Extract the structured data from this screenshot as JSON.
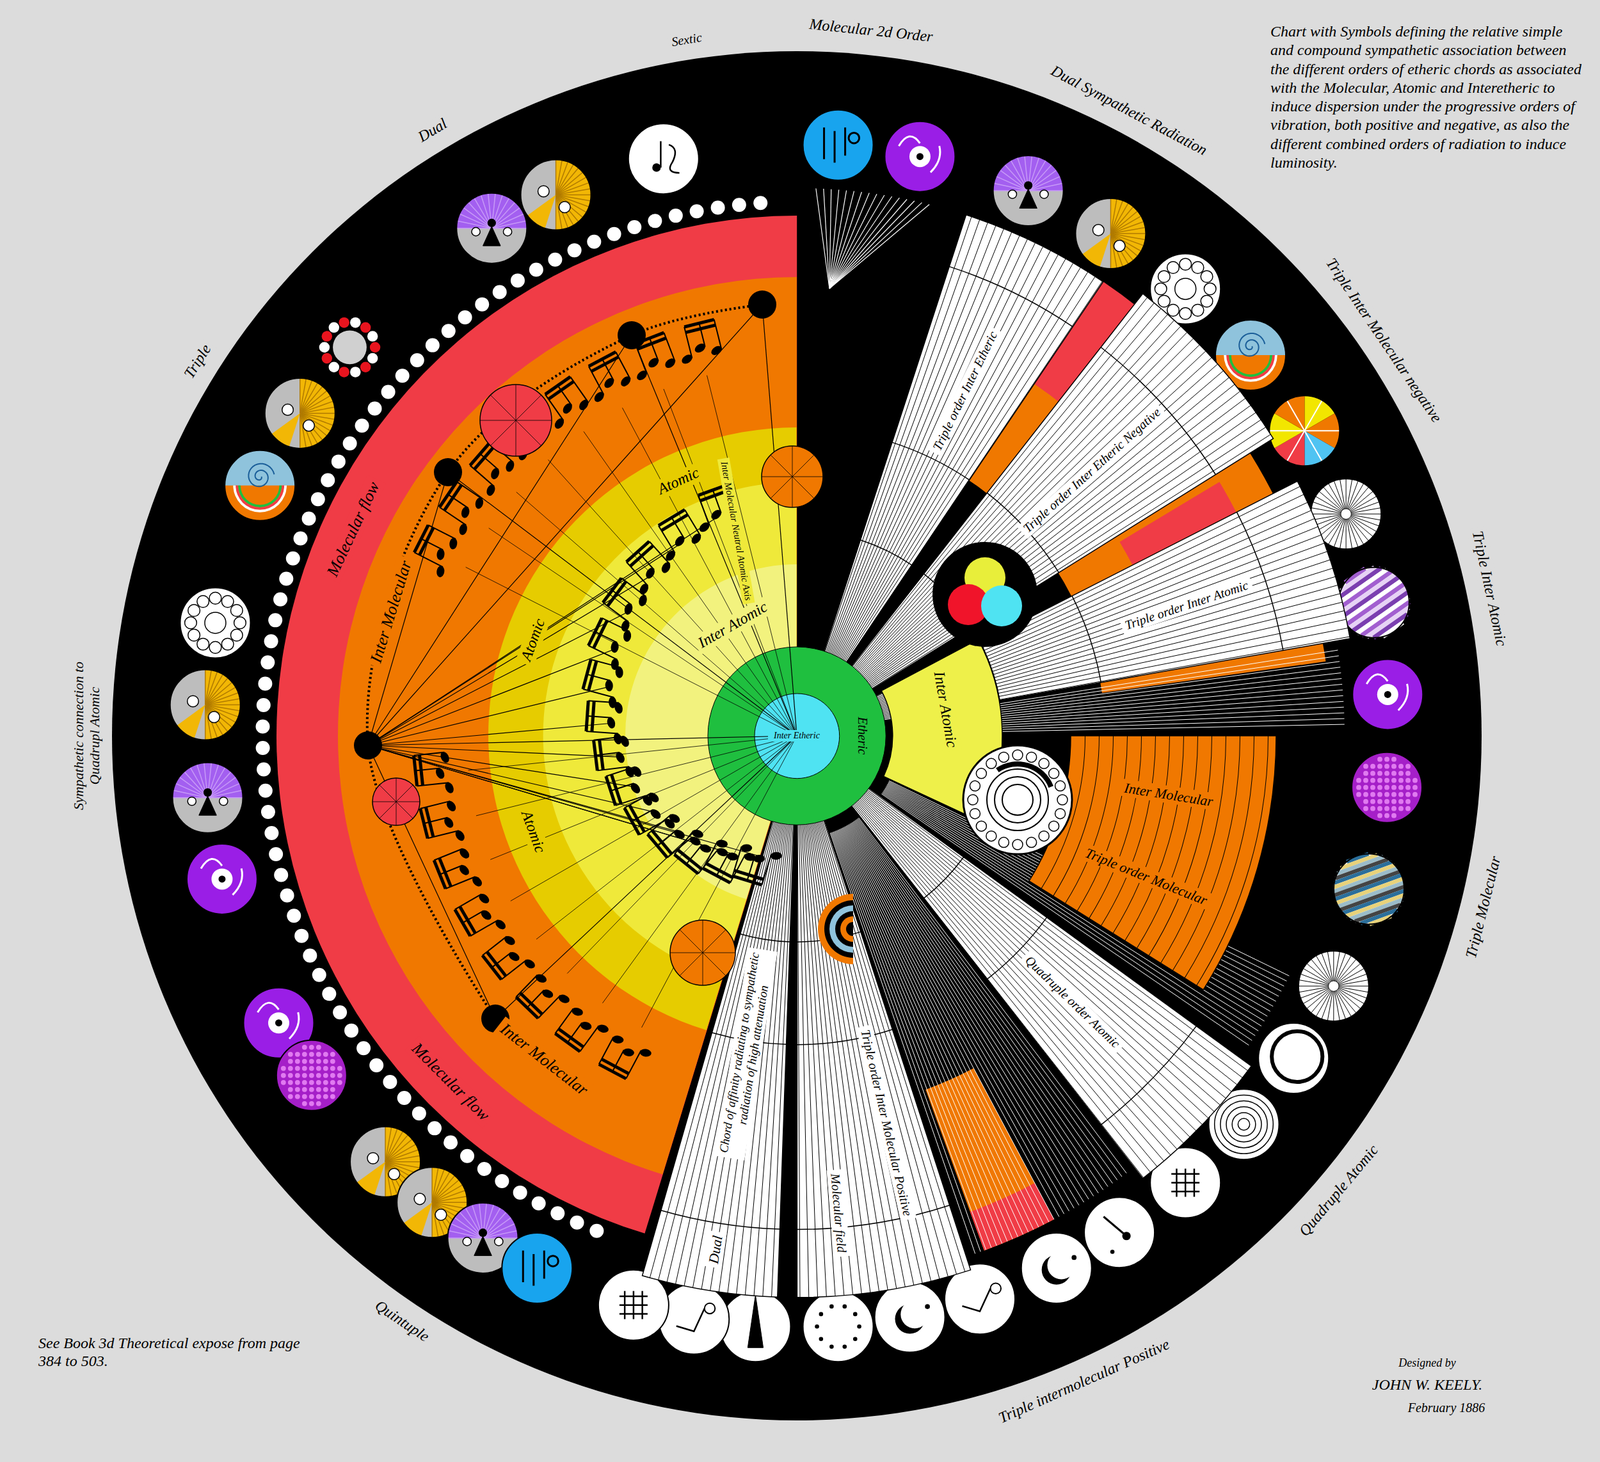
{
  "diagram": {
    "title": "Chart with Symbols defining the relative simple and compound sympathetic association between the different orders of etheric chords as associated with the Molecular, Atomic and Interetheric to induce dispersion under the progressive orders of vibration, both positive and negative, as also the different combined orders of radiation to induce luminosity.",
    "nodes": [
      {
        "text": [
          "Triple order Inter Etheric"
        ]
      },
      {
        "text": [
          "Triple order Inter Etheric Negative"
        ]
      },
      {
        "text": [
          "Triple order Inter Atomic"
        ]
      },
      {
        "text": [
          "Inter Atomic"
        ]
      },
      {
        "text": [
          "Inter Molecular",
          "Triple order Molecular"
        ]
      },
      {
        "text": [
          "Quadruple order Atomic"
        ]
      },
      {
        "text": [
          "Molecular field",
          "Triple order Inter Molecular Positive"
        ]
      },
      {
        "text": [
          "Chord of affinity radiating to sympathetic radiation of high attenuation",
          "Dual"
        ]
      },
      {
        "text": [
          "Molecular flow",
          "Molecular flow"
        ]
      },
      {
        "text": [
          "Inter Molecular",
          "Inter Molecular"
        ],
        "in": 8
      },
      {
        "text": [
          "Atomic",
          "Atomic",
          "Atomic"
        ],
        "in": 9
      },
      {
        "text": [
          "Inter Atomic"
        ],
        "in": 10
      },
      {
        "text": [
          "Etheric"
        ],
        "in": 11
      },
      {
        "text": [
          "Inter Etheric"
        ],
        "in": 12
      }
    ],
    "labels": [
      "Molecular 2d Order",
      "Sextic",
      "Dual",
      "Dual Sympathetic Radiation",
      "Triple Inter Molecular negative",
      "Triple Inter Atomic",
      "Triple Molecular",
      "Quadruple Atomic",
      "Triple intermolecular Positive",
      "Quintuple",
      "Sympathetic connection to Quadrupl Atomic",
      "Triple",
      "Inter Molecular Neutral Atomic Axis",
      "See Book 3d Theoretical expose from page 384 to 503.",
      "Designed by",
      "JOHN W. KEELY.",
      "February 1886"
    ]
  }
}
